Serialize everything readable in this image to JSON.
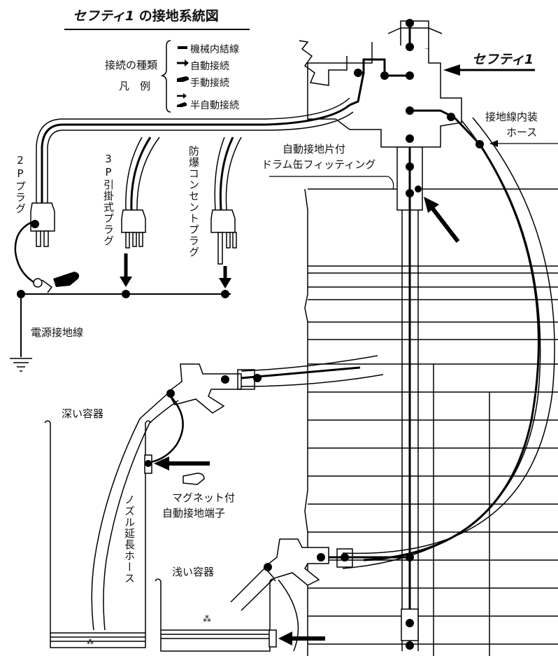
{
  "title": {
    "brand": "セフティ1",
    "rest": "の接地系統図"
  },
  "legend": {
    "heading_line1": "接続の種類",
    "heading_line2": "凡　例",
    "items": [
      "機械内結線",
      "自動接続",
      "手動接続",
      "半自動接続"
    ]
  },
  "brand_label": "セフティ1",
  "labels": {
    "hose_internal": [
      "接地線内装",
      "ホース"
    ],
    "auto_fitting": [
      "自動接地片付",
      "ドラム缶フィッティング"
    ],
    "plug_2p": "2Pプラグ",
    "plug_3p": "3P引掛式プラグ",
    "plug_explosion_proof": "防爆コンセントプラグ",
    "power_ground": "電源接地線",
    "deep_container": "深い容器",
    "shallow_container": "浅い容器",
    "magnet_terminal": [
      "マグネット付",
      "自動接地端子"
    ],
    "nozzle_hose": "ノズル延長ホース"
  },
  "icons": [
    "ground-symbol-icon",
    "auto-connect-arrow-icon",
    "manual-hand-icon",
    "semi-auto-icon"
  ]
}
